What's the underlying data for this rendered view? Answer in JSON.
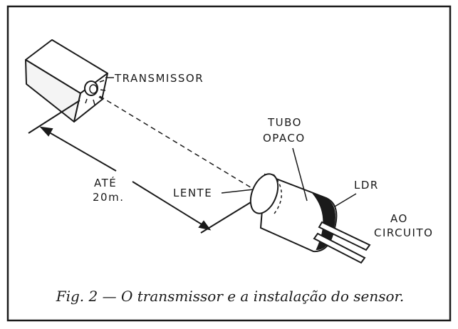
{
  "labels": {
    "transmitter": "TRANSMISSOR",
    "tube_line1": "TUBO",
    "tube_line2": "OPACO",
    "ldr": "LDR",
    "output_line1": "AO",
    "output_line2": "CIRCUITO",
    "lens": "LENTE",
    "distance_line1": "ATÉ",
    "distance_line2": "20m."
  },
  "caption": "Fig. 2 — O transmissor e a instalação do sensor.",
  "colors": {
    "ink": "#1a1a1a",
    "paper": "#ffffff"
  }
}
